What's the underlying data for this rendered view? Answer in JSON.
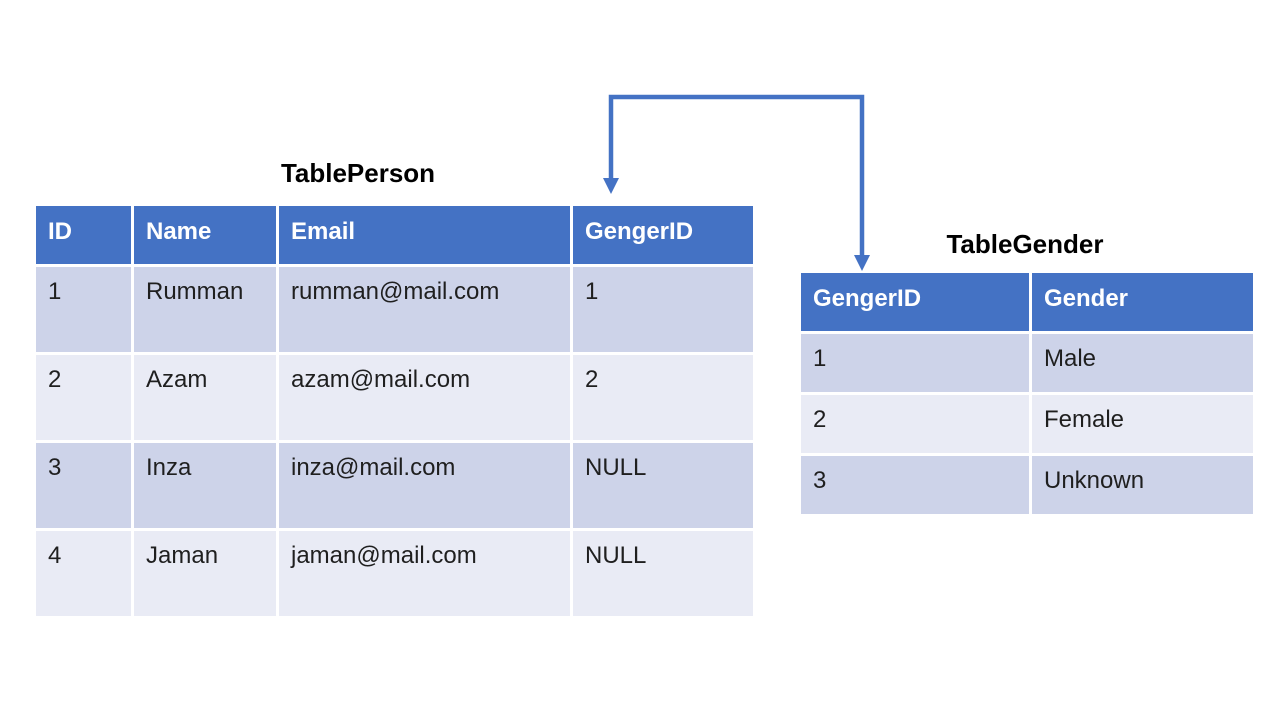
{
  "colors": {
    "header_bg": "#4472C4",
    "header_text": "#FFFFFF",
    "row_dark": "#CDD3E9",
    "row_light": "#E9EBF5",
    "body_text": "#1F1F1F",
    "title_text": "#000000",
    "connector": "#4472C4",
    "background": "#FFFFFF"
  },
  "person_table": {
    "title": "TablePerson",
    "headers": [
      "ID",
      "Name",
      "Email",
      "GengerID"
    ],
    "rows": [
      [
        "1",
        "Rumman",
        "rumman@mail.com",
        "1"
      ],
      [
        "2",
        "Azam",
        "azam@mail.com",
        "2"
      ],
      [
        "3",
        "Inza",
        "inza@mail.com",
        "NULL"
      ],
      [
        "4",
        "Jaman",
        "jaman@mail.com",
        "NULL"
      ]
    ]
  },
  "gender_table": {
    "title": "TableGender",
    "headers": [
      "GengerID",
      "Gender"
    ],
    "rows": [
      [
        "1",
        "Male"
      ],
      [
        "2",
        "Female"
      ],
      [
        "3",
        "Unknown"
      ]
    ]
  },
  "connector": {
    "type": "elbow-double-down-arrow",
    "links": "TablePerson.GengerID -> TableGender.GengerID"
  }
}
